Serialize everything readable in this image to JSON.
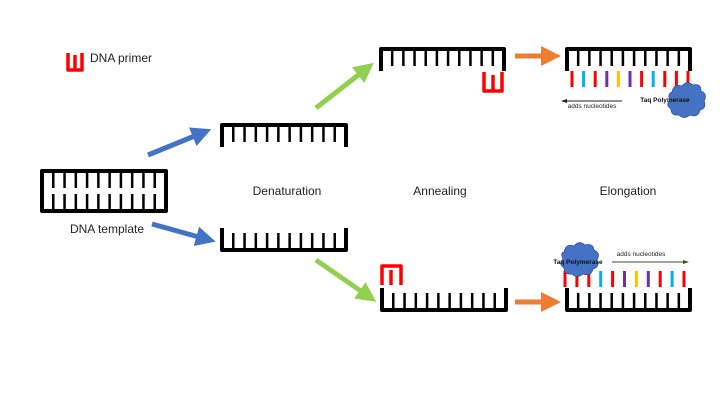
{
  "legend": {
    "primer_label": "DNA primer",
    "primer_color": "#ff0000"
  },
  "labels": {
    "template": "DNA template",
    "denaturation": "Denaturation",
    "annealing": "Annealing",
    "elongation": "Elongation"
  },
  "elongation": {
    "top": {
      "enzyme": "Taq Polymerase",
      "direction_text": "adds nucleotides",
      "direction": "left",
      "nucleotides": [
        "#ff0000",
        "#00b0f0",
        "#ff0000",
        "#7030a0",
        "#ffc000",
        "#7030a0",
        "#ff0000",
        "#00b0f0",
        "#ff0000",
        "#ff0000",
        "#ff0000"
      ]
    },
    "bottom": {
      "enzyme": "Taq Polymerase",
      "direction_text": "adds nucleotides",
      "direction": "right",
      "nucleotides": [
        "#ff0000",
        "#ff0000",
        "#ff0000",
        "#00b0f0",
        "#ff0000",
        "#7030a0",
        "#ffc000",
        "#7030a0",
        "#ff0000",
        "#00b0f0",
        "#ff0000"
      ]
    }
  },
  "colors": {
    "strand": "#000000",
    "arrow_denature": "#4472c4",
    "arrow_anneal": "#92d050",
    "arrow_elongate": "#ed7d31",
    "enzyme": "#4472c4"
  }
}
